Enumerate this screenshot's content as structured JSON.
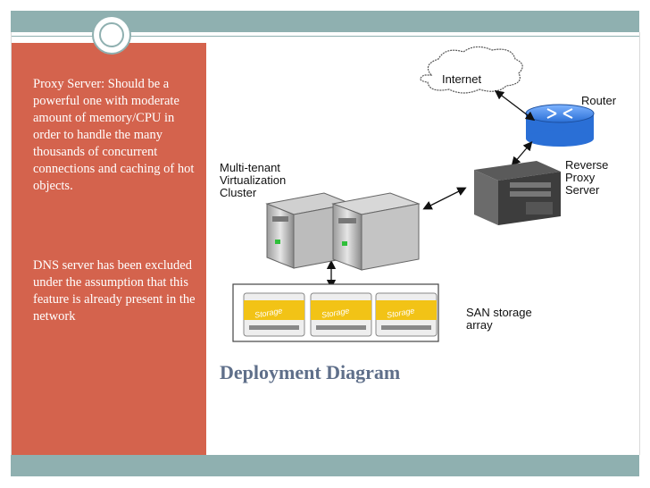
{
  "left_panel": {
    "paragraph_1": "Proxy Server: Should be a powerful one with moderate amount of memory/CPU in order to handle the many thousands  of concurrent connections and caching of hot objects.",
    "paragraph_2": "DNS server has been excluded under the assumption that this feature is already present in the network"
  },
  "diagram": {
    "internet": "Internet",
    "router": "Router",
    "proxy_line1": "Reverse",
    "proxy_line2": "Proxy",
    "proxy_line3": "Server",
    "cluster_line1": "Multi-tenant",
    "cluster_line2": "Virtualization",
    "cluster_line3": "Cluster",
    "san_line1": "SAN storage",
    "san_line2": "array",
    "storage_label": "Storage"
  },
  "caption": "Deployment Diagram",
  "colors": {
    "accent": "#d4634d",
    "band": "#8fb0b0",
    "caption": "#5f6f8a"
  }
}
